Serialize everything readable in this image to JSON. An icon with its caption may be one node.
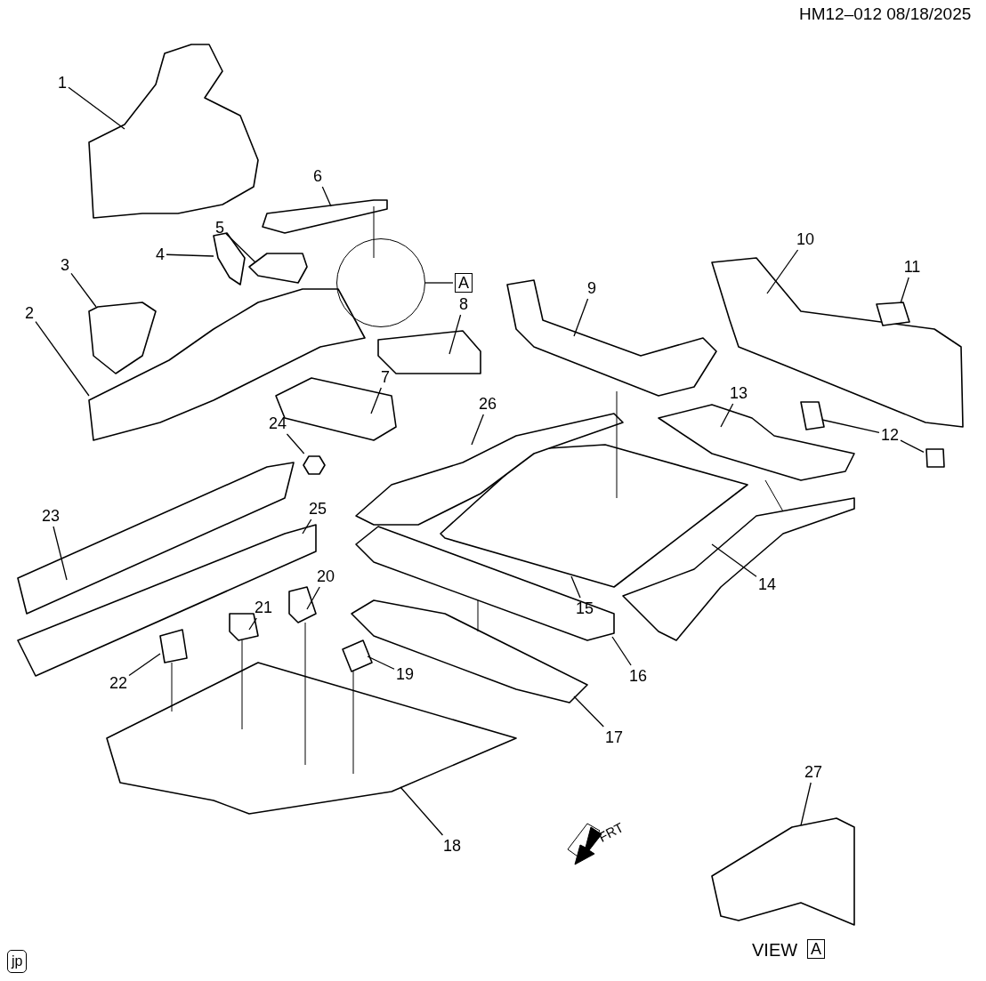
{
  "diagram": {
    "nodes": [
      {
        "text": [
          "1"
        ]
      },
      {
        "text": [
          "2"
        ]
      },
      {
        "text": [
          "3"
        ]
      },
      {
        "text": [
          "4"
        ]
      },
      {
        "text": [
          "5"
        ]
      },
      {
        "text": [
          "6"
        ]
      },
      {
        "text": [
          "7"
        ]
      },
      {
        "text": [
          "8"
        ]
      },
      {
        "text": [
          "9"
        ]
      },
      {
        "text": [
          "10"
        ]
      },
      {
        "text": [
          "11"
        ]
      },
      {
        "text": [
          "12"
        ]
      },
      {
        "text": [
          "13"
        ]
      },
      {
        "text": [
          "14"
        ]
      },
      {
        "text": [
          "15"
        ]
      },
      {
        "text": [
          "16"
        ]
      },
      {
        "text": [
          "17"
        ]
      },
      {
        "text": [
          "18"
        ]
      },
      {
        "text": [
          "19"
        ]
      },
      {
        "text": [
          "20"
        ]
      },
      {
        "text": [
          "21"
        ]
      },
      {
        "text": [
          "22"
        ]
      },
      {
        "text": [
          "23"
        ]
      },
      {
        "text": [
          "24"
        ]
      },
      {
        "text": [
          "25"
        ]
      },
      {
        "text": [
          "26"
        ]
      },
      {
        "text": [
          "27"
        ]
      },
      {
        "text": [],
        "shape": "circle"
      },
      {
        "text": [
          "A"
        ]
      },
      {
        "text": [
          "A"
        ]
      },
      {
        "text": [
          "jp"
        ]
      },
      {
        "text": [],
        "shape": "bracket"
      },
      {
        "text": [],
        "shape": "bolt"
      }
    ],
    "edges": [
      {
        "from": 0,
        "to": null,
        "arrow": "none"
      },
      {
        "from": 1,
        "to": null,
        "arrow": "none"
      },
      {
        "from": 2,
        "to": null,
        "arrow": "none"
      },
      {
        "from": 3,
        "to": null,
        "arrow": "none"
      },
      {
        "from": 4,
        "to": null,
        "arrow": "none"
      },
      {
        "from": 5,
        "to": null,
        "arrow": "none"
      },
      {
        "from": 6,
        "to": null,
        "arrow": "none"
      },
      {
        "from": 7,
        "to": null,
        "arrow": "none"
      },
      {
        "from": 8,
        "to": null,
        "arrow": "none"
      },
      {
        "from": 9,
        "to": null,
        "arrow": "none"
      },
      {
        "from": 10,
        "to": null,
        "arrow": "none"
      },
      {
        "from": 11,
        "to": null,
        "arrow": "none"
      },
      {
        "from": 11,
        "to": 31,
        "arrow": "none"
      },
      {
        "from": 12,
        "to": null,
        "arrow": "none"
      },
      {
        "from": 13,
        "to": null,
        "arrow": "none"
      },
      {
        "from": 14,
        "to": null,
        "arrow": "none"
      },
      {
        "from": 15,
        "to": null,
        "arrow": "none"
      },
      {
        "from": 16,
        "to": null,
        "arrow": "none"
      },
      {
        "from": 17,
        "to": null,
        "arrow": "none"
      },
      {
        "from": 18,
        "to": null,
        "arrow": "none"
      },
      {
        "from": 19,
        "to": null,
        "arrow": "none"
      },
      {
        "from": 20,
        "to": null,
        "arrow": "none"
      },
      {
        "from": 21,
        "to": null,
        "arrow": "none"
      },
      {
        "from": 22,
        "to": null,
        "arrow": "none"
      },
      {
        "from": 23,
        "to": 32,
        "arrow": "none"
      },
      {
        "from": 24,
        "to": null,
        "arrow": "none"
      },
      {
        "from": 25,
        "to": null,
        "arrow": "none"
      },
      {
        "from": 26,
        "to": null,
        "arrow": "none"
      },
      {
        "from": 27,
        "to": 28,
        "arrow": "none"
      }
    ],
    "labels": [
      "HM12–012 08/18/2025",
      "FRT",
      "VIEW"
    ]
  }
}
